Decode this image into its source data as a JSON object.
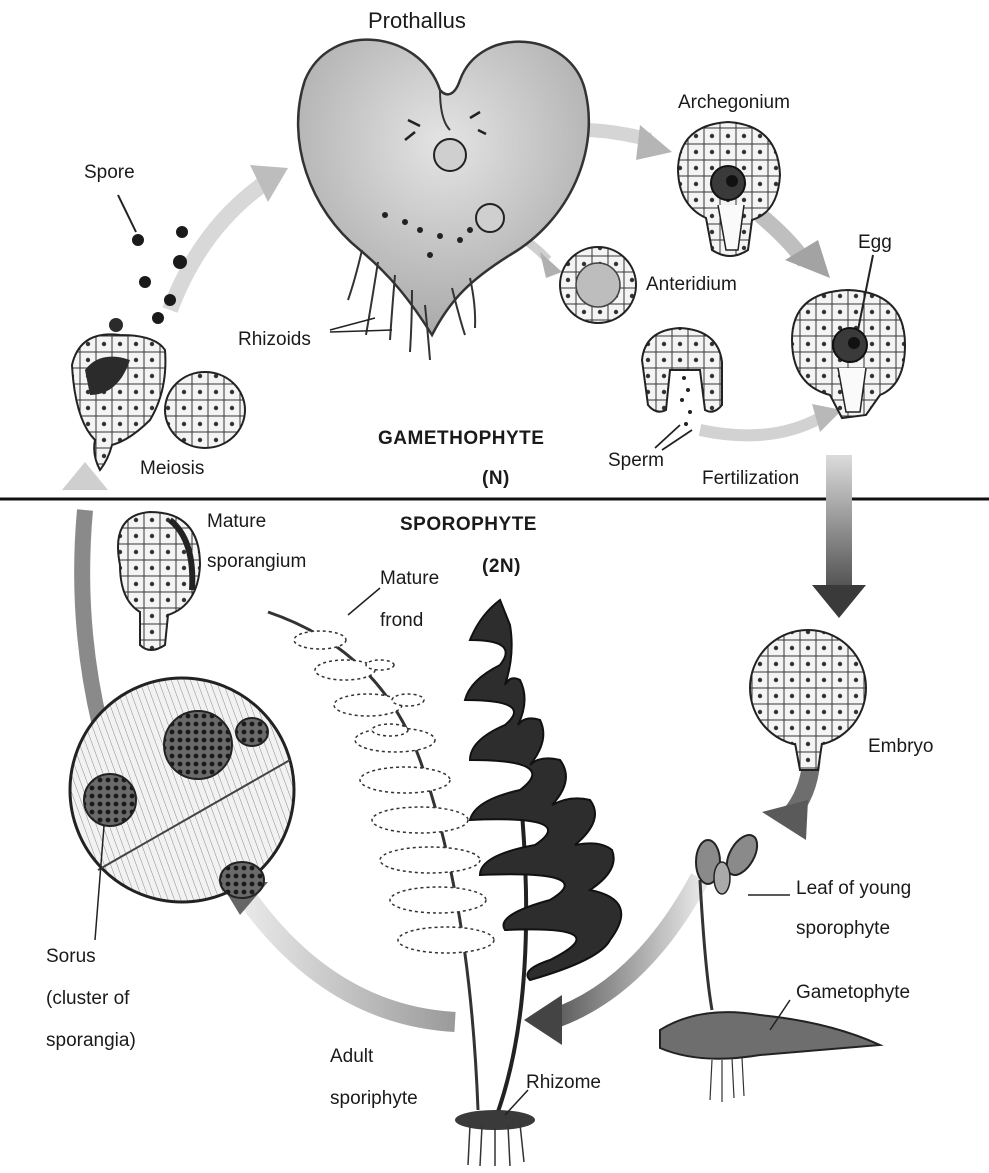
{
  "labels": {
    "prothallus": "Prothallus",
    "archegonium": "Archegonium",
    "spore": "Spore",
    "egg": "Egg",
    "anteridium": "Anteridium",
    "rhizoids": "Rhizoids",
    "gametophyte_phase": "GAMETHOPHYTE",
    "gametophyte_ploidy": "(N)",
    "meiosis": "Meiosis",
    "sperm": "Sperm",
    "fertilization": "Fertilization",
    "mature_sporangium_1": "Mature",
    "mature_sporangium_2": "sporangium",
    "sporophyte_phase": "SPOROPHYTE",
    "sporophyte_ploidy": "(2N)",
    "mature_frond_1": "Mature",
    "mature_frond_2": "frond",
    "embryo": "Embryo",
    "leaf_young_1": "Leaf of young",
    "leaf_young_2": "sporophyte",
    "gametophyte_small": "Gametophyte",
    "sorus_1": "Sorus",
    "sorus_2": "(cluster of",
    "sorus_3": "sporangia)",
    "adult_1": "Adult",
    "adult_2": "sporiphyte",
    "rhizome": "Rhizome"
  }
}
